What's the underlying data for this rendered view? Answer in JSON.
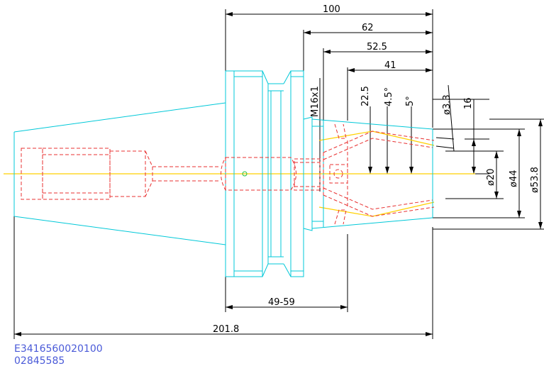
{
  "dimensions": {
    "overall_length": "201.8",
    "length_100": "100",
    "length_62": "62",
    "length_52_5": "52.5",
    "length_41": "41",
    "range_49_59": "49-59",
    "thread": "M16x1",
    "dim_22_5": "22.5",
    "angle_4_5": "4.5°",
    "angle_5": "5°",
    "dia_3_3": "ø3.3",
    "dim_16": "16",
    "dia_20": "ø20",
    "dia_44": "ø44",
    "dia_53_8": "ø53.8"
  },
  "part_codes": {
    "code1": "E3416560020100",
    "code2": "02845585"
  },
  "colors": {
    "outline": "#00c8d8",
    "hidden": "#e83030",
    "center": "#ffd000",
    "dimension": "#000000",
    "code_text": "#4a5ad8"
  }
}
